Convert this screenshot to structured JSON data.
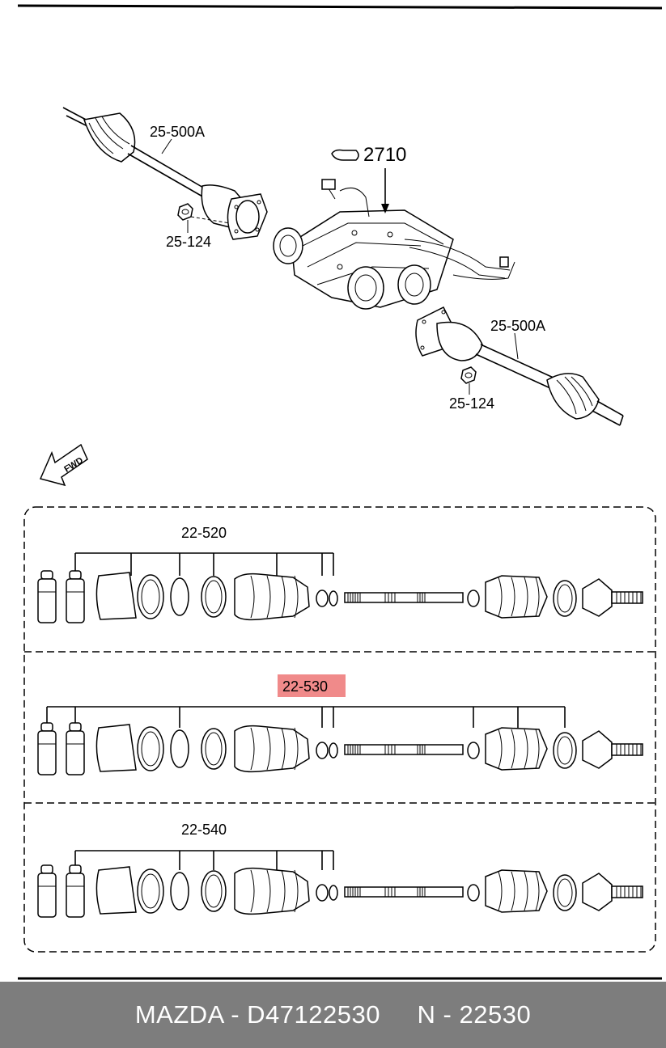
{
  "callouts": {
    "shaft_left": "25-500A",
    "nut_left": "25-124",
    "diff": "2710",
    "shaft_right": "25-500A",
    "nut_right": "25-124"
  },
  "fwd_label": "FWD",
  "kits": [
    {
      "label": "22-520",
      "highlighted": false
    },
    {
      "label": "22-530",
      "highlighted": true
    },
    {
      "label": "22-540",
      "highlighted": false
    }
  ],
  "colors": {
    "highlight": "#f08a8a",
    "footer_bg": "#7d7d7d",
    "footer_text": "#ffffff"
  },
  "footer": {
    "brand": "MAZDA - D47122530",
    "ref": "N - 22530"
  }
}
